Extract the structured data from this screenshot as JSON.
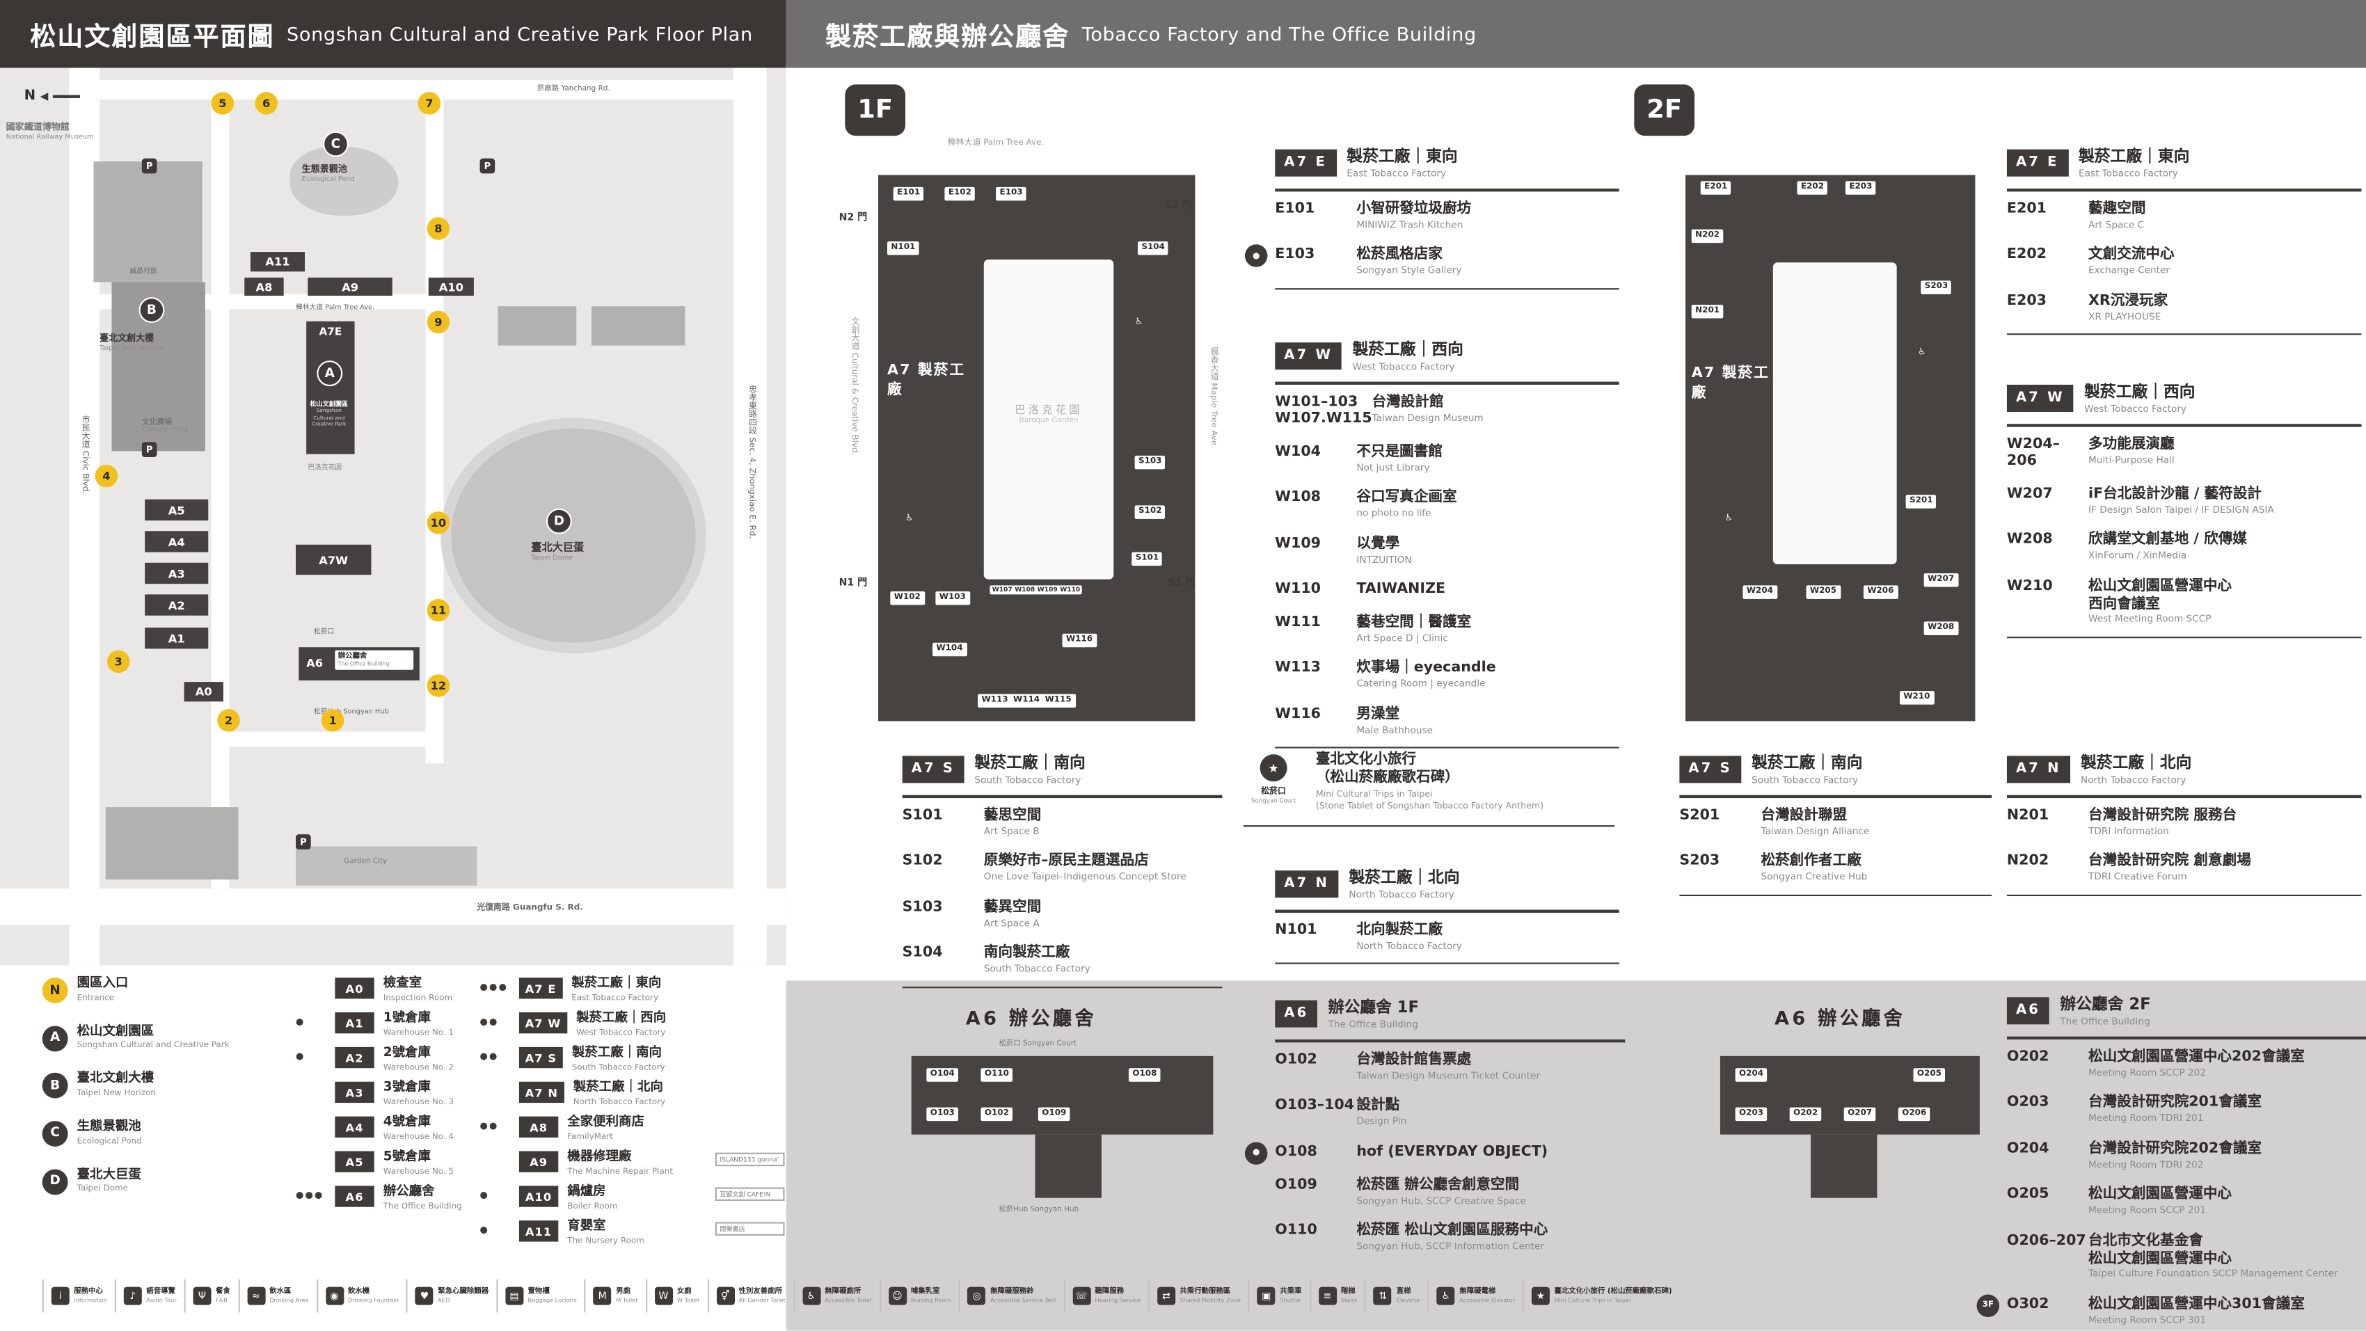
{
  "headers": {
    "left": {
      "zh": "松山文創園區平面圖",
      "en": "Songshan Cultural and Creative Park Floor Plan"
    },
    "right": {
      "zh": "製菸工廠與辦公廳舍",
      "en": "Tobacco Factory and The Office Building"
    }
  },
  "icons": {
    "parking": "P",
    "north": "N",
    "trips": "★",
    "accessible": "♿"
  },
  "map": {
    "streets": {
      "top": "菸廠路 Yanchang Rd.",
      "left": "市民大道 Civic Blvd.",
      "right": "忠孝東路四段 Sec. 4, Zhongxiao E. Rd.",
      "bottom": "光復南路 Guangfu S. Rd.",
      "palm": "櫸林大道 Palm Tree Ave."
    },
    "labels": {
      "railway_zh": "國家鐵道博物館",
      "railway_en": "National Railway Museum",
      "eslite": "誠品行旅",
      "b_zh": "臺北文創大樓",
      "b_en": "Taipei New Horizon",
      "plaza_zh": "文化廣場",
      "plaza_en": "Cultural Plaza",
      "pond_zh": "生態景觀池",
      "pond_en": "Ecological Pond",
      "park_zh": "松山文創園區",
      "park_en": "Songshan Cultural and Creative Park",
      "garden": "巴洛克花園",
      "dome_zh": "臺北大巨蛋",
      "dome_en": "Taipei Dome",
      "office_zh": "辦公廳舍",
      "office_en": "The Office Building",
      "court": "松菸口",
      "hub": "松菸Hub Songyan Hub",
      "garden_city": "Garden City"
    },
    "markers": {
      "a": "A",
      "b": "B",
      "c": "C",
      "d": "D"
    },
    "a_buildings": [
      "A11",
      "A8",
      "A9",
      "A10",
      "A7E",
      "A7W",
      "A6",
      "A5",
      "A4",
      "A3",
      "A2",
      "A1",
      "A0"
    ],
    "entrances": [
      "1",
      "2",
      "3",
      "4",
      "5",
      "6",
      "7",
      "8",
      "9",
      "10",
      "11",
      "12"
    ]
  },
  "legend": {
    "entrance": {
      "badge": "N",
      "zh": "園區入口",
      "en": "Entrance"
    },
    "venues": [
      {
        "badge": "A",
        "zh": "松山文創園區",
        "en": "Songshan Cultural and Creative Park"
      },
      {
        "badge": "B",
        "zh": "臺北文創大樓",
        "en": "Taipei New Horizon"
      },
      {
        "badge": "C",
        "zh": "生態景觀池",
        "en": "Ecological Pond"
      },
      {
        "badge": "D",
        "zh": "臺北大巨蛋",
        "en": "Taipei Dome"
      }
    ],
    "col2": [
      {
        "badge": "A0",
        "zh": "檢查室",
        "en": "Inspection Room"
      },
      {
        "badge": "A1",
        "zh": "1號倉庫",
        "en": "Warehouse No. 1",
        "icons": "●"
      },
      {
        "badge": "A2",
        "zh": "2號倉庫",
        "en": "Warehouse No. 2",
        "icons": "●"
      },
      {
        "badge": "A3",
        "zh": "3號倉庫",
        "en": "Warehouse No. 3"
      },
      {
        "badge": "A4",
        "zh": "4號倉庫",
        "en": "Warehouse No. 4"
      },
      {
        "badge": "A5",
        "zh": "5號倉庫",
        "en": "Warehouse No. 5"
      },
      {
        "badge": "A6",
        "zh": "辦公廳舍",
        "en": "The Office Building",
        "icons": "●●●"
      }
    ],
    "col3": [
      {
        "badge": "A7 E",
        "zh": "製菸工廠｜東向",
        "en": "East Tobacco Factory",
        "icons": "●●●"
      },
      {
        "badge": "A7 W",
        "zh": "製菸工廠｜西向",
        "en": "West Tobacco Factory",
        "icons": "●●"
      },
      {
        "badge": "A7 S",
        "zh": "製菸工廠｜南向",
        "en": "South Tobacco Factory",
        "icons": "●●"
      },
      {
        "badge": "A7 N",
        "zh": "製菸工廠｜北向",
        "en": "North Tobacco Factory"
      },
      {
        "badge": "A8",
        "zh": "全家便利商店",
        "en": "FamilyMart",
        "icons": "●●"
      },
      {
        "badge": "A9",
        "zh": "機器修理廠",
        "en": "The Machine Repair Plant",
        "note": "ISLAND133 gonna'"
      },
      {
        "badge": "A10",
        "zh": "鍋爐房",
        "en": "Boiler Room",
        "note": "豆留文創 CAFE!N",
        "icons": "●"
      },
      {
        "badge": "A11",
        "zh": "育嬰室",
        "en": "The Nursery Room",
        "note": "閱樂書店",
        "icons": "●"
      }
    ]
  },
  "footer": [
    {
      "glyph": "i",
      "zh": "服務中心",
      "en": "Information"
    },
    {
      "glyph": "♪",
      "zh": "語音導覽",
      "en": "Audio Tour"
    },
    {
      "glyph": "Ψ",
      "zh": "餐食",
      "en": "F&B"
    },
    {
      "glyph": "≈",
      "zh": "飲水區",
      "en": "Drinking Area"
    },
    {
      "glyph": "◉",
      "zh": "飲水機",
      "en": "Drinking Fountain"
    },
    {
      "glyph": "♥",
      "zh": "緊急心臟除顫器",
      "en": "AED"
    },
    {
      "glyph": "▤",
      "zh": "置物櫃",
      "en": "Baggage Lockers"
    },
    {
      "glyph": "M",
      "zh": "男廁",
      "en": "M Toilet"
    },
    {
      "glyph": "W",
      "zh": "女廁",
      "en": "W Toilet"
    },
    {
      "glyph": "⚥",
      "zh": "性別友善廁所",
      "en": "All Gender Toilet"
    },
    {
      "glyph": "♿",
      "zh": "無障礙廁所",
      "en": "Accessible Toilet"
    },
    {
      "glyph": "☺",
      "zh": "哺集乳室",
      "en": "Nursing Room"
    },
    {
      "glyph": "◎",
      "zh": "無障礙服務鈴",
      "en": "Accessible Service Bell"
    },
    {
      "glyph": "☏",
      "zh": "聽障服務",
      "en": "Hearing Service"
    },
    {
      "glyph": "⇄",
      "zh": "共乘行動服務區",
      "en": "Shared Mobility Zone"
    },
    {
      "glyph": "▣",
      "zh": "共乘車",
      "en": "Shuttle"
    },
    {
      "glyph": "≡",
      "zh": "階梯",
      "en": "Stairs"
    },
    {
      "glyph": "⇅",
      "zh": "直梯",
      "en": "Elevator"
    },
    {
      "glyph": "♿",
      "zh": "無障礙電梯",
      "en": "Accessible Elevator"
    },
    {
      "glyph": "★",
      "zh": "臺北文化小旅行 (松山菸廠廠歌石碑)",
      "en": "Mini Cultural Trips in Taipei"
    }
  ],
  "floor1": {
    "badge": "1F",
    "plan": {
      "building": "A7 製菸工廠",
      "courtyard_zh": "巴洛克花園",
      "courtyard_en": "Baroque Garden",
      "street_top": "櫸林大道 Palm Tree Ave.",
      "street_left": "文創大道 Cultural & Creative Blvd.",
      "street_right": "楓香大道 Maple Tree Ave.",
      "gates": {
        "n2": "N2 門",
        "s2": "S2 門",
        "n1": "N1 門",
        "s1": "S1 門"
      },
      "rooms": [
        "E101",
        "E102",
        "E103",
        "N101",
        "S104",
        "S103",
        "S102",
        "S101",
        "W102",
        "W103",
        "W107",
        "W108",
        "W109",
        "W110",
        "W104",
        "W116",
        "W113",
        "W114",
        "W115"
      ]
    },
    "east": {
      "badge": "A7 E",
      "zh": "製菸工廠｜東向",
      "en": "East Tobacco Factory",
      "items": [
        {
          "code": "E101",
          "zh": "小智研發垃圾廚坊",
          "en": "MINIWIZ Trash Kitchen"
        },
        {
          "icon": "●",
          "code": "E103",
          "zh": "松菸風格店家",
          "en": "Songyan Style Gallery"
        }
      ]
    },
    "west": {
      "badge": "A7 W",
      "zh": "製菸工廠｜西向",
      "en": "West Tobacco Factory",
      "items": [
        {
          "code": "W101–103",
          "code2": "W107.W115",
          "zh": "台灣設計館",
          "en": "Taiwan Design Museum"
        },
        {
          "code": "W104",
          "zh": "不只是圖書館",
          "en": "Not just Library"
        },
        {
          "code": "W108",
          "zh": "谷口写真企画室",
          "en": "no photo no life"
        },
        {
          "code": "W109",
          "zh": "以覺學",
          "en": "INTZUITION"
        },
        {
          "code": "W110",
          "zh": "TAIWANIZE"
        },
        {
          "code": "W111",
          "zh": "藝巷空間｜醫護室",
          "en": "Art Space D | Clinic"
        },
        {
          "code": "W113",
          "zh": "炊事場｜eyecandle",
          "en": "Catering Room | eyecandle"
        },
        {
          "code": "W116",
          "zh": "男澡堂",
          "en": "Male Bathhouse"
        }
      ]
    },
    "south": {
      "badge": "A7 S",
      "zh": "製菸工廠｜南向",
      "en": "South Tobacco Factory",
      "items": [
        {
          "code": "S101",
          "zh": "藝思空間",
          "en": "Art Space B"
        },
        {
          "code": "S102",
          "zh": "原樂好市–原民主題選品店",
          "en": "One Love Taipei–Indigenous Concept Store"
        },
        {
          "code": "S103",
          "zh": "藝異空間",
          "en": "Art Space A"
        },
        {
          "code": "S104",
          "zh": "南向製菸工廠",
          "en": "South Tobacco Factory"
        }
      ]
    },
    "north": {
      "badge": "A7 N",
      "zh": "製菸工廠｜北向",
      "en": "North Tobacco Factory",
      "items": [
        {
          "code": "N101",
          "zh": "北向製菸工廠",
          "en": "North Tobacco Factory"
        }
      ]
    },
    "court": {
      "label_zh": "松菸口",
      "label_en": "Songyan Court",
      "zh1": "臺北文化小旅行",
      "zh2": "（松山菸廠廠歌石碑）",
      "en1": "Mini Cultural Trips in Taipei",
      "en2": "(Stone Tablet of Songshan Tobacco Factory Anthem)"
    },
    "office": {
      "badge": "A6",
      "zh": "辦公廳舍 1F",
      "en": "The Office Building",
      "plan_title": "A6 辦公廳舍",
      "court": "松菸口 Songyan Court",
      "hub": "松菸Hub Songyan Hub",
      "plan_rooms": [
        "O104",
        "O103",
        "O102",
        "O110",
        "O109",
        "O108"
      ],
      "items": [
        {
          "code": "O102",
          "zh": "台灣設計館售票處",
          "en": "Taiwan Design Museum Ticket Counter"
        },
        {
          "code": "O103–104",
          "zh": "設計點",
          "en": "Design Pin"
        },
        {
          "icon": "●",
          "code": "O108",
          "zh": "hof (EVERYDAY OBJECT)"
        },
        {
          "code": "O109",
          "zh": "松菸匯 辦公廳舍創意空間",
          "en": "Songyan Hub, SCCP Creative Space"
        },
        {
          "code": "O110",
          "zh": "松菸匯 松山文創園區服務中心",
          "en": "Songyan Hub, SCCP Information Center"
        }
      ]
    }
  },
  "floor2": {
    "badge": "2F",
    "plan": {
      "building": "A7 製菸工廠",
      "rooms": [
        "E201",
        "E202",
        "E203",
        "N202",
        "N201",
        "S203",
        "S201",
        "W204",
        "W205",
        "W206",
        "W207",
        "W208",
        "W210"
      ]
    },
    "east": {
      "badge": "A7 E",
      "zh": "製菸工廠｜東向",
      "en": "East Tobacco Factory",
      "items": [
        {
          "code": "E201",
          "zh": "藝趣空間",
          "en": "Art Space C"
        },
        {
          "code": "E202",
          "zh": "文創交流中心",
          "en": "Exchange Center"
        },
        {
          "code": "E203",
          "zh": "XR沉浸玩家",
          "en": "XR PLAYHOUSE"
        }
      ]
    },
    "west": {
      "badge": "A7 W",
      "zh": "製菸工廠｜西向",
      "en": "West Tobacco Factory",
      "items": [
        {
          "code": "W204–206",
          "zh": "多功能展演廳",
          "en": "Multi-Purpose Hall"
        },
        {
          "code": "W207",
          "zh": "iF台北設計沙龍 / 藝符設計",
          "en": "IF Design Salon Taipei / IF DESIGN ASIA"
        },
        {
          "code": "W208",
          "zh": "欣講堂文創基地 / 欣傳媒",
          "en": "XinForum / XinMedia"
        },
        {
          "code": "W210",
          "zh": "松山文創園區營運中心",
          "zh2": "西向會議室",
          "en": "West Meeting Room SCCP"
        }
      ]
    },
    "south": {
      "badge": "A7 S",
      "zh": "製菸工廠｜南向",
      "en": "South Tobacco Factory",
      "items": [
        {
          "code": "S201",
          "zh": "台灣設計聯盟",
          "en": "Taiwan Design Alliance"
        },
        {
          "code": "S203",
          "zh": "松菸創作者工廠",
          "en": "Songyan Creative Hub"
        }
      ]
    },
    "north": {
      "badge": "A7 N",
      "zh": "製菸工廠｜北向",
      "en": "North Tobacco Factory",
      "items": [
        {
          "code": "N201",
          "zh": "台灣設計研究院 服務台",
          "en": "TDRI Information"
        },
        {
          "code": "N202",
          "zh": "台灣設計研究院 創意劇場",
          "en": "TDRI Creative Forum"
        }
      ]
    },
    "office": {
      "badge": "A6",
      "zh": "辦公廳舍 2F",
      "en": "The Office Building",
      "plan_title": "A6 辦公廳舍",
      "plan_rooms": [
        "O204",
        "O205",
        "O203",
        "O202",
        "O207",
        "O206"
      ],
      "items": [
        {
          "code": "O202",
          "zh": "松山文創園區營運中心202會議室",
          "en": "Meeting Room SCCP 202"
        },
        {
          "code": "O203",
          "zh": "台灣設計研究院201會議室",
          "en": "Meeting Room TDRI 201"
        },
        {
          "code": "O204",
          "zh": "台灣設計研究院202會議室",
          "en": "Meeting Room TDRI 202"
        },
        {
          "code": "O205",
          "zh": "松山文創園區營運中心",
          "en": "Meeting Room SCCP 201"
        },
        {
          "code": "O206–207",
          "zh": "台北市文化基金會",
          "zh2": "松山文創園區營運中心",
          "en": "Taipei Culture Foundation SCCP Management Center"
        },
        {
          "icon": "3F",
          "code": "O302",
          "zh": "松山文創園區營運中心301會議室",
          "en": "Meeting Room SCCP 301"
        }
      ]
    }
  }
}
